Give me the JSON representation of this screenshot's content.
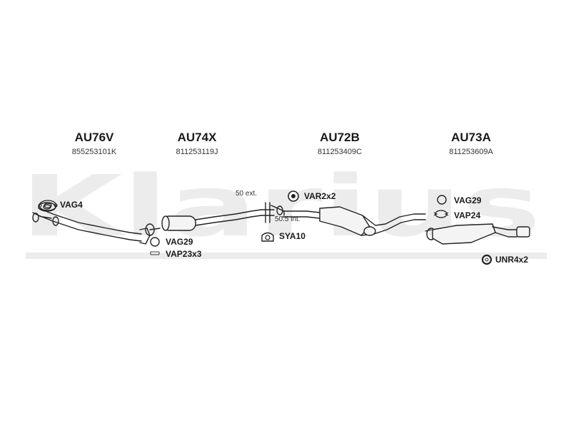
{
  "watermark": {
    "brand": "Klarius"
  },
  "parts": [
    {
      "code": "AU76V",
      "oem": "855253101K"
    },
    {
      "code": "AU74X",
      "oem": "811253119J"
    },
    {
      "code": "AU72B",
      "oem": "811253409C"
    },
    {
      "code": "AU73A",
      "oem": "811253609A"
    }
  ],
  "accessories": {
    "vag4": "VAG4",
    "vag29_left": "VAG29",
    "vap23x3": "VAP23x3",
    "var2x2": "VAR2x2",
    "sya10": "SYA10",
    "vag29_right": "VAG29",
    "vap24": "VAP24",
    "unr4x2": "UNR4x2"
  },
  "notes": {
    "ext": "50 ext.",
    "int": "50.5 int."
  },
  "colors": {
    "watermark": "#ececec",
    "line": "#222222",
    "fill": "#f4f4f4"
  }
}
